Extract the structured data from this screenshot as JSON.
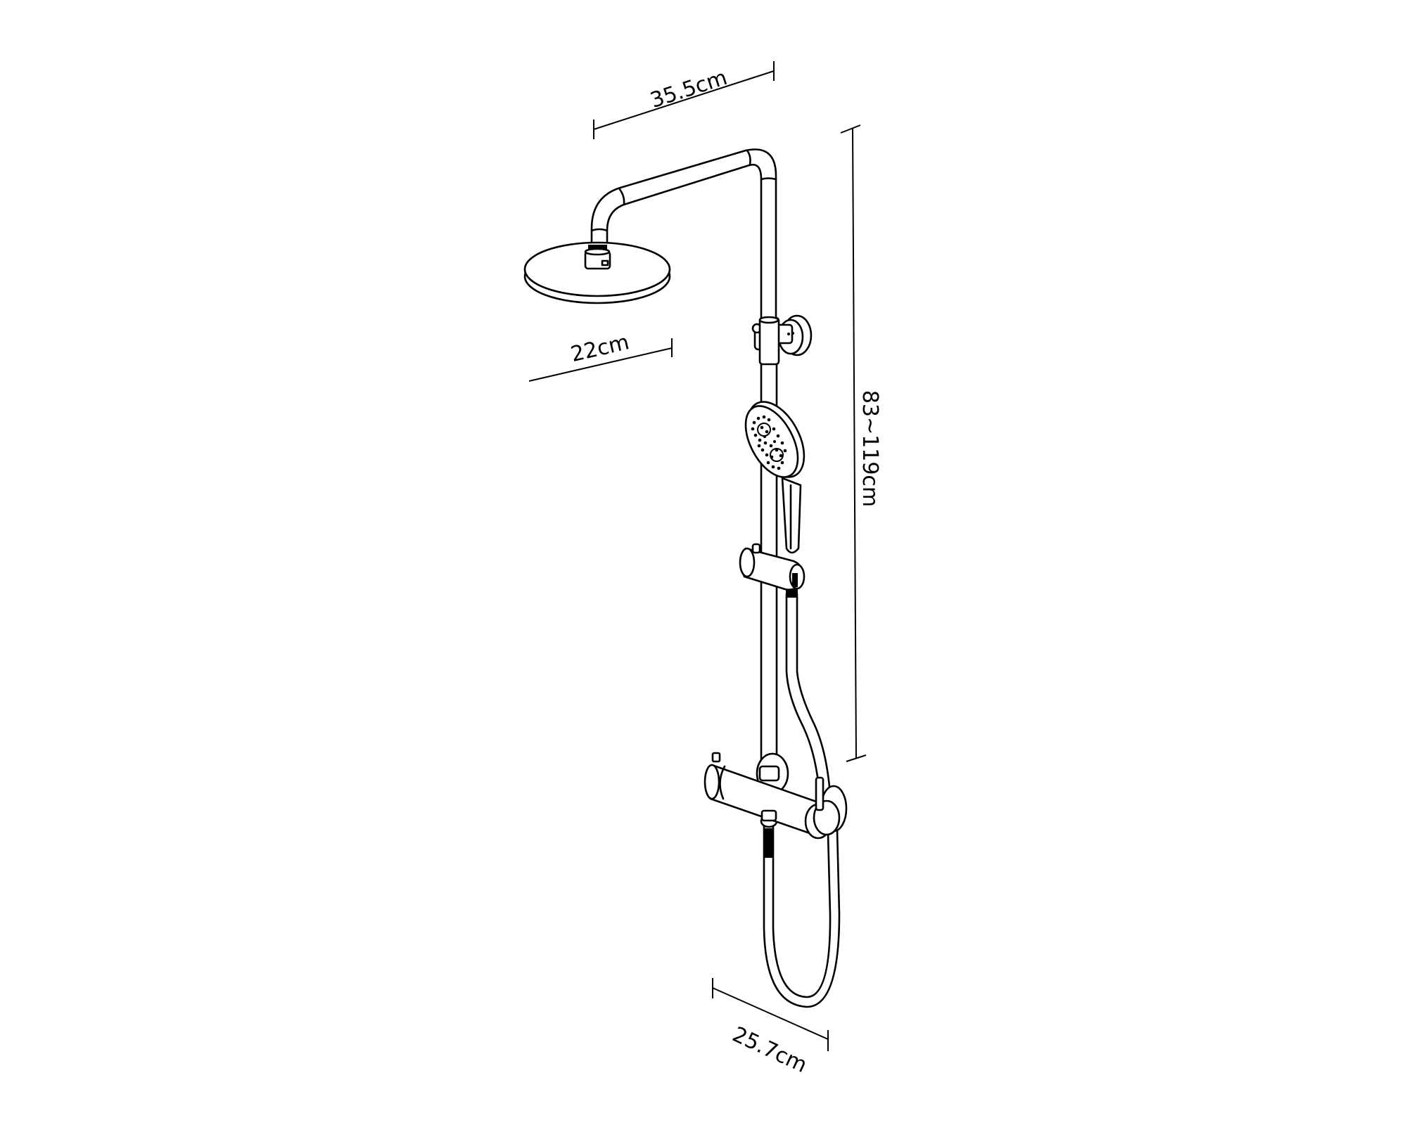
{
  "diagram": {
    "subject": "Shower column system line drawing",
    "stroke_color": "#000000",
    "background_color": "#ffffff"
  },
  "dimensions": {
    "arm_reach": {
      "label": "35.5cm"
    },
    "head_diameter": {
      "label": "22cm"
    },
    "height_range": {
      "label": "83~119cm"
    },
    "mixer_spacing": {
      "label": "25.7cm"
    }
  },
  "components": [
    {
      "name": "overhead-rain-shower-head"
    },
    {
      "name": "shower-arm"
    },
    {
      "name": "riser-rail"
    },
    {
      "name": "diverter-wall-bracket"
    },
    {
      "name": "hand-shower"
    },
    {
      "name": "hand-shower-slider-holder"
    },
    {
      "name": "shower-hose"
    },
    {
      "name": "thermostatic-mixer-bar"
    }
  ]
}
